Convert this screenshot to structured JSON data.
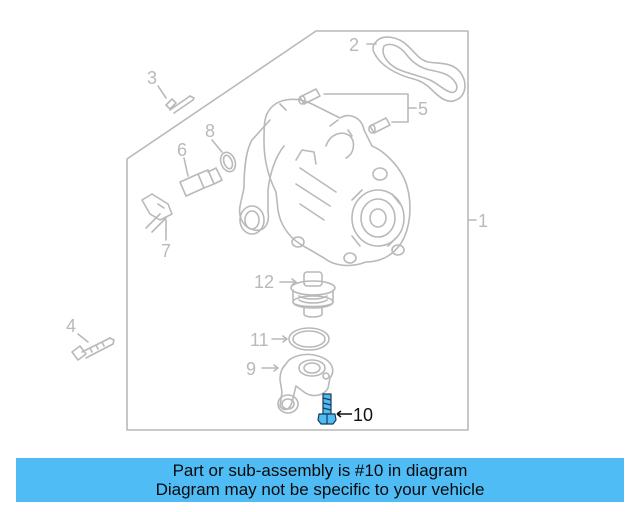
{
  "callouts": {
    "c1": "1",
    "c2": "2",
    "c3": "3",
    "c4": "4",
    "c5": "5",
    "c6": "6",
    "c7": "7",
    "c8": "8",
    "c9": "9",
    "c10": "10",
    "c11": "11",
    "c12": "12"
  },
  "highlighted_part": "10",
  "colors": {
    "line_gray": "#b9b9b9",
    "highlight_part": "#4fbcf5",
    "banner_bg": "#4fbcf5"
  },
  "banner": {
    "line1": "Part or sub-assembly is #10 in diagram",
    "line2": "Diagram may not be specific to your vehicle"
  }
}
